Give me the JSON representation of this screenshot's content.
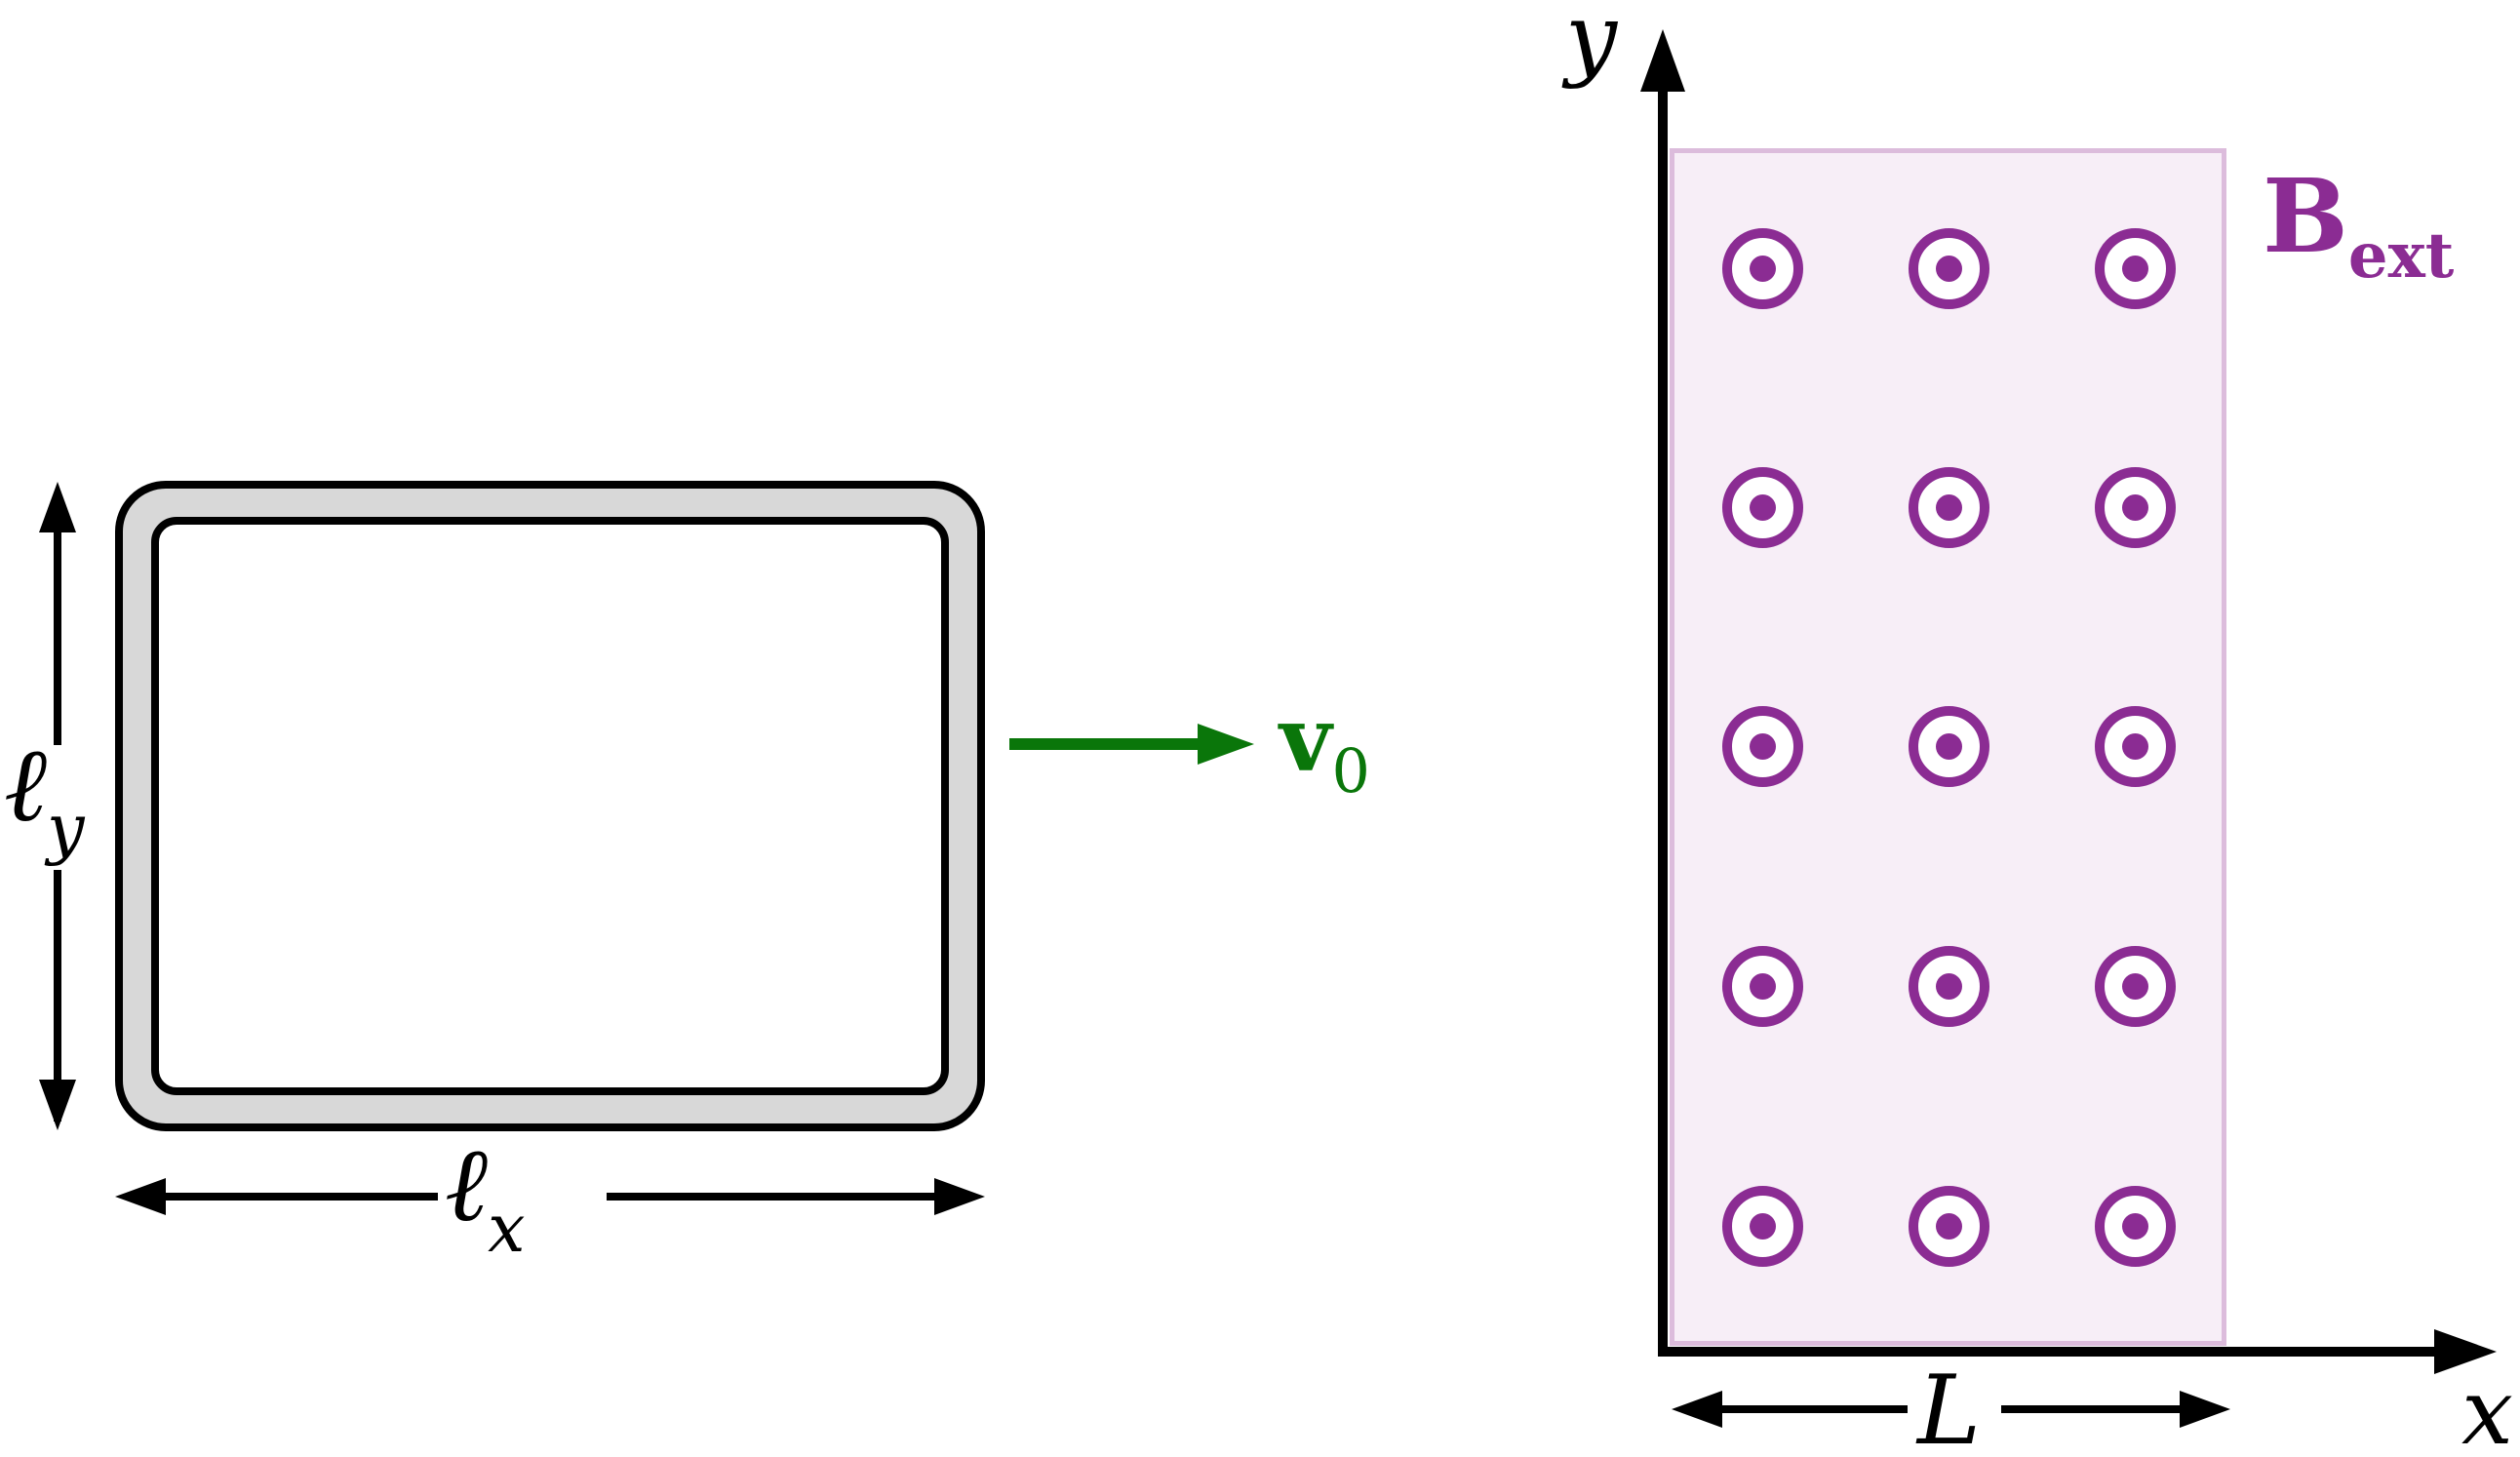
{
  "diagram_title": "conducting-loop-entering-magnetic-field-region",
  "loop": {
    "width_label": {
      "main": "ℓ",
      "sub": "x"
    },
    "height_label": {
      "main": "ℓ",
      "sub": "y"
    }
  },
  "velocity": {
    "main": "v",
    "sub": "0"
  },
  "axes": {
    "x_label": "x",
    "y_label": "y"
  },
  "field_region": {
    "label": {
      "main": "B",
      "sub": "ext"
    },
    "width_label": "L",
    "symbol": "field-out-of-page (circled dot)",
    "grid": {
      "columns_x": [
        1807,
        1998,
        2189
      ],
      "rows_y": [
        275,
        520,
        765,
        1011,
        1257
      ]
    }
  },
  "colors": {
    "velocity_green": "#0a760a",
    "field_purple": "#8B2C93",
    "region_fill": "#f7eef7",
    "region_border": "#dcbcdc",
    "loop_gray": "#d8d8d8"
  }
}
